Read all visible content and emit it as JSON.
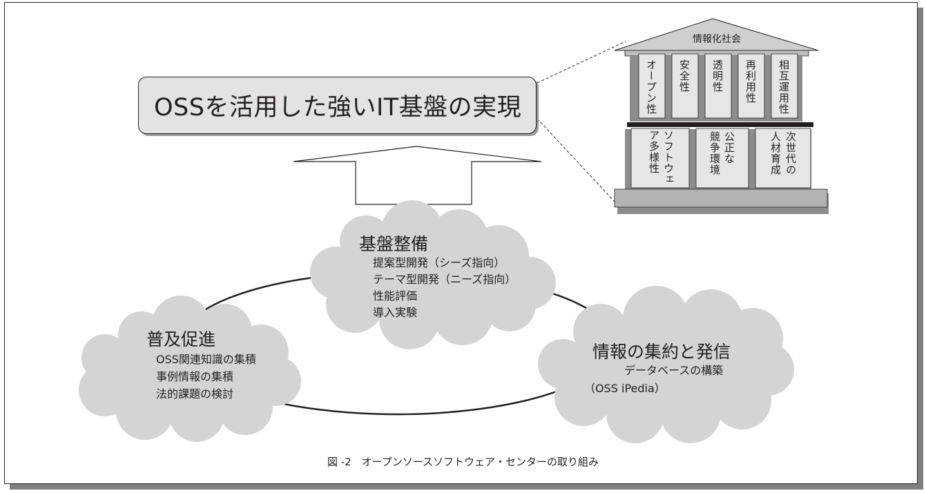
{
  "goal": "OSSを活用した強いIT基盤の実現",
  "building": {
    "roof": "情報化社会",
    "upper_pillars": [
      "オープン性",
      "安全性",
      "透明性",
      "再利用性",
      "相互運用性"
    ],
    "lower_pillars": [
      [
        "ソフトウェ",
        "ア多様性"
      ],
      [
        "公正な",
        "競争環境"
      ],
      [
        "次世代の",
        "人材育成"
      ]
    ]
  },
  "clouds": {
    "infrastructure": {
      "title": "基盤整備",
      "items": [
        "提案型開発（シーズ指向）",
        "テーマ型開発（ニーズ指向）",
        "性能評価",
        "導入実験"
      ]
    },
    "promotion": {
      "title": "普及促進",
      "items": [
        "OSS関連知識の集積",
        "事例情報の集積",
        "法的課題の検討"
      ]
    },
    "information": {
      "title": "情報の集約と発信",
      "items": [
        "データベースの構築",
        "（OSS iPedia）"
      ]
    }
  },
  "caption": "図 -2　オープンソースソフトウェア・センターの取り組み",
  "colors": {
    "box_fill": "#e3e3e3",
    "cloud_fill": "#d4d4d4",
    "pillar_fill": "#e6e6e6",
    "shadow": "#8c8c8c",
    "ink": "#231f20"
  }
}
